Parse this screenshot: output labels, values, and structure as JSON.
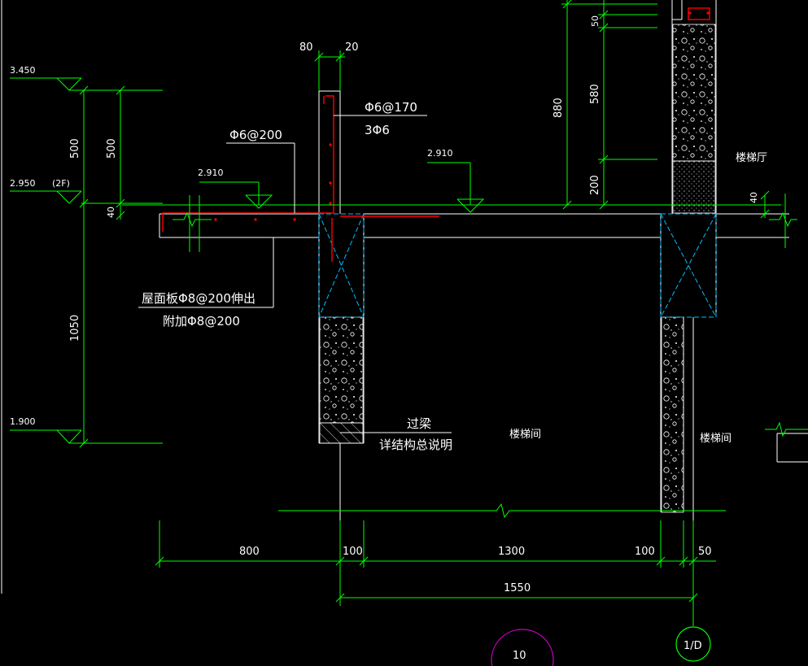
{
  "drawing": {
    "colors": {
      "background": "#000000",
      "outline": "#ffffff",
      "dimension": "#00ff00",
      "rebar": "#ff0000",
      "hatch_cross": "#00bfff",
      "axis_bubble_10": "#cc00cc",
      "axis_bubble_1d": "#00ff00"
    },
    "elevations": {
      "e3450": "3.450",
      "e2950": "2.950",
      "e2950_floor": "(2F)",
      "e1900": "1.900",
      "e2910_left": "2.910",
      "e2910_right": "2.910"
    },
    "vertical_dims": {
      "d500_outer": "500",
      "d500_inner": "500",
      "d40_left": "40",
      "d1050": "1050",
      "d880": "880",
      "d580": "580",
      "d50_top": "50",
      "d200": "200",
      "d40_right": "40"
    },
    "top_dims": {
      "d80": "80",
      "d20": "20"
    },
    "horizontal_dims": {
      "d800": "800",
      "d100_left": "100",
      "d1300": "1300",
      "d100_right": "100",
      "d50": "50",
      "d1550": "1550"
    },
    "rebar_labels": {
      "stirrup_170": "Φ6@170",
      "bars_3": "3Φ6",
      "slab_200": "Φ6@200",
      "roof_slab": "屋面板Φ8@200伸出",
      "additional": "附加Φ8@200"
    },
    "notes": {
      "lintel": "过梁",
      "lintel_ref": "详结构总说明"
    },
    "room_labels": {
      "stair_hall": "楼梯厅",
      "stair_room_center": "楼梯间",
      "stair_room_right": "楼梯间"
    },
    "axis_labels": {
      "axis_10": "10",
      "axis_1d": "1/D"
    }
  }
}
